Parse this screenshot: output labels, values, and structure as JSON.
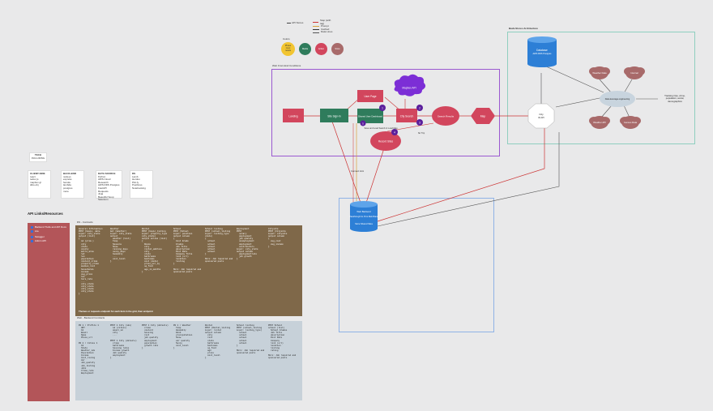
{
  "legend": {
    "api_stores": "API Stores",
    "lines": [
      "Step (with tag)",
      "Prompt",
      "Cached",
      "Data Lines"
    ],
    "colors_label": "Colors",
    "swatches": [
      {
        "label": "Phase input needs",
        "color": "#f2c531"
      },
      {
        "label": "Media",
        "color": "#2f7c5c"
      },
      {
        "label": "Action",
        "color": "#d2465d"
      },
      {
        "label": "Store",
        "color": "#a86a6a"
      }
    ]
  },
  "web_frame": {
    "title": "Web Front-End Conditions"
  },
  "flow": {
    "landing": "Landing",
    "site_sign_in": "Site Sign-In",
    "user_page": "User Page",
    "shared_user_dashboard": "Shared User Dashboard",
    "city_search": "City Search",
    "search_results": "Search Results",
    "map": "Map",
    "mapbox_api": "Mapbox API",
    "record_sites": "Record Sites",
    "badges": [
      "1",
      "2",
      "3",
      "4",
      "5"
    ],
    "caption_mid": "Save and Load Search & Load Map",
    "caption_no_trip": "No Trip"
  },
  "backend_frame": {
    "title": "Back-Stores Architecture"
  },
  "backend": {
    "database": "Database",
    "database_sub": "AWS RDS Postgres",
    "city": "City",
    "city_sub": "ID API",
    "hub": "Data leverage engineering",
    "stores": [
      "Weather Data",
      "Internal",
      "Weather API",
      "Census Data"
    ],
    "note": "Tracking Ops, crime, population, social, demographics"
  },
  "server": {
    "line1": "Web Backend",
    "line2": "Passthrough for JS to Web Brand",
    "line3": "Store Shared Sites"
  },
  "connect_label": "Connect Hint",
  "tech": {
    "header": "TECH",
    "sub": "INCLUDING",
    "cards": [
      {
        "title": "CLIENT-SIDE",
        "lines": [
          "react",
          "redux js",
          "mapbox gl",
          "ditto.obj"
        ]
      },
      {
        "title": "BACK-END",
        "lines": [
          "node.js",
          "express",
          "heroku",
          "lambda",
          "postgres",
          "more"
        ]
      },
      {
        "title": "DATA SOURCE",
        "lines": [
          "Python",
          "AWS Cloud Research",
          "AWS RDS Postgres",
          "FastAPI",
          "Requests",
          "Jinja",
          "Beautiful Soup",
          "Selenium"
        ]
      },
      {
        "title": "DS",
        "lines": [
          "Lamb",
          "Heroku",
          "Plot.ly",
          "PostGres",
          "Notebooking"
        ]
      }
    ]
  },
  "resources": {
    "title": "API Links/Resources",
    "links": [
      "Backend Trello and API Docs",
      "Lite",
      "Swagger",
      "Admin API"
    ]
  },
  "schema_top_label": "DS - Contracts",
  "schema_bottom_label": "Web - Backend Contracts",
  "schema_top_note": "Themes or requests endpoint for each item in the grid, then endpoint",
  "schema_top": [
    "General Information\nPOST (basic, data\ninput: city_state\noutput (list)\n{\n  id (prim.)\n  city\n  state\n  county\n  metro_area\n  lat\n  lon\n  population\n  violent_crime\n  property_crime\n  median_rent\n  households\n  income\n  avg_price\n  tax\n  hire_rate\n  ...\n  city_state\n  city_state\n  city_state\n  city_state\n}",
    "Weather\nGet (Weather)\ninput: city_state\noutput\n  weather (list)\n  Temp\n  Seasons\n  Snow\n  raining days\n  sunny_days\n  humidity\n  ...\n  cost_level\n}",
    "Rental\nPOST (basic_listing\ninput: property_type\ncity_state)\noutput online (list)\n{\n  Rooms\n  city\n  rental_address\n  city\n  state\n  bathrooms\n  bedrooms\n  cost (date)\n  price_per_sq\n  sq_foot\n  age_in_months\n}",
    "School\nPOST (School\ninput: position\noutput column\n{\n  Cost Grade\n  Grades\n  Job Title\n  description\n  Post Date\n  Company Title\n  link (url)\n  location\n  listing\n}\n\nMore: Job required and\nsponsored posts",
    "School listing\nPOST (school_listing\ninput: listing_type\nstate)\n{\n  school\n  school\n  school\n  school\n  school\n}\n\nMore: Job required and\nsponsored posts",
    "Employment\nPOST\n  salary\n  employment\n  job quality\n  unemployment\n  employment\n  contributors\ninput: city_state\noutput column\n  employmentrate\n  job growth\n}",
    "Citysite\nPOST (Citysite\ninput: citysite\noutput column\n{\n  avg_cost\n  avg_income\n}"
  ],
  "schema_bottom": [
    "DS 1 / Profile 1\n  URT\n  Id\n  Email\n  Name\n  Phone_url\n\nDS 2 / Cities 1\n  Id\n  State\n  Weather_ids\n  Population\n  Income\n  Cost_living\n  Air\n  Job_quality\n  Job_listing\n  Jobs\n  Crime_rate\n  Employment",
    "POST 1 City (ids)\n  id (cities)\n  email_id\n  city\n  ...\n\nPOST 1 City (details)\n  crime\n  bathrooms\n  housing rates\n  Income growth\n  Job quality\n  employment\n}",
    "POST 1 City (details)\n  crime\n  violent\n  housing\n  rent\n  job quality\n  employment\n  population\n  growth rate\n}",
    "DS 1 / Weather\n  Temp\n  Humidity\n  Wind\n  precipitation\n  Snow\n  air quality\n  Sunny\n  cost_level\n}",
    "Rental\nPOST (Rental_listing\ninput: rental\noutput column\n  city\n  rent\n  state\n  bathrooms\n  bedrooms\n  sq_foot\n  age\n  price\n  cost_level\n}",
    "School listing\nPOST (school_listing\ninput: listing_type)\n  school\n  school\n  school\n  school\n  school\n}\n\nMore: Job required and\nsponsored posts",
    "POST School\nschool (list)\n  School Grades\n  Job Title\n  description\n  Post Date\n  Company\n  link (url)\n  location\n  listing\n  rating\n\nMore: Job required and\nsponsored posts"
  ]
}
